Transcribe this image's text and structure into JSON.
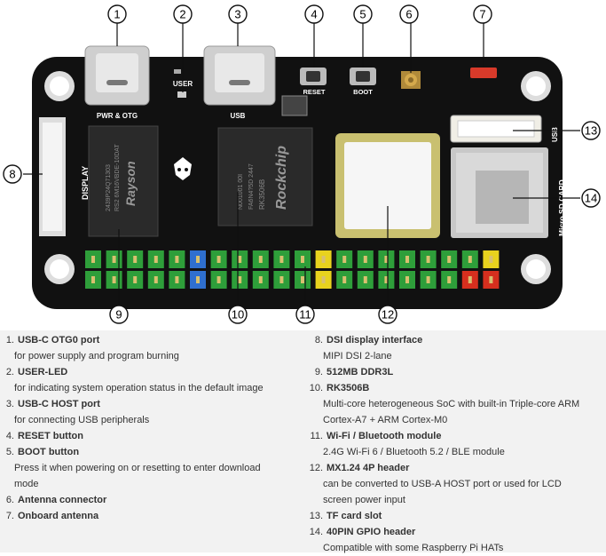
{
  "callouts": [
    "1",
    "2",
    "3",
    "4",
    "5",
    "6",
    "7",
    "8",
    "9",
    "10",
    "11",
    "12",
    "13",
    "14"
  ],
  "board": {
    "silkscreen": {
      "user": "USER",
      "pwr_otg": "PWR & OTG",
      "usb": "USB",
      "reset": "RESET",
      "boot": "BOOT",
      "display": "DISPLAY",
      "usb_right": "USB",
      "micro_sd": "Micro SD CARD"
    },
    "ram_chip": {
      "brand": "Rayson",
      "line1": "RS2 6M16VBDE-10DAT",
      "line2": "2439P24Q71303"
    },
    "soc_chip": {
      "brand": "Rockchip",
      "line1": "RK3506B",
      "line2": "FA6N4?5D 2447",
      "line3": "N001001 00I"
    },
    "colors": {
      "pcb": "#111111",
      "gpio_green": "#2e9e3a",
      "gpio_blue": "#2f6fcf",
      "gpio_yellow": "#e8d21e",
      "gpio_red": "#d62f1e",
      "callout": "#111111"
    }
  },
  "legend": {
    "left": [
      {
        "num": "1.",
        "title": "USB-C OTG0 port",
        "desc": [
          "for power supply and program burning"
        ]
      },
      {
        "num": "2.",
        "title": "USER-LED",
        "desc": [
          "for indicating system operation status in the default image"
        ]
      },
      {
        "num": "3.",
        "title": "USB-C HOST port",
        "desc": [
          "for connecting USB peripherals"
        ]
      },
      {
        "num": "4.",
        "title": "RESET button",
        "desc": []
      },
      {
        "num": "5.",
        "title": "BOOT button",
        "desc": [
          "Press it when powering on or resetting to enter download",
          "mode"
        ],
        "plain": true
      },
      {
        "num": "6.",
        "title": "Antenna connector",
        "desc": []
      },
      {
        "num": "7.",
        "title": "Onboard antenna",
        "desc": []
      }
    ],
    "right": [
      {
        "num": "8.",
        "title": "DSI display interface",
        "desc": [
          "MIPI DSI 2-lane"
        ]
      },
      {
        "num": "9.",
        "title": "512MB DDR3L",
        "desc": []
      },
      {
        "num": "10.",
        "title": "RK3506B",
        "desc": [
          "Multi-core heterogeneous SoC with built-in Triple-core ARM",
          "Cortex-A7 + ARM Cortex-M0"
        ]
      },
      {
        "num": "11.",
        "title": "Wi-Fi / Bluetooth module",
        "desc": [
          "2.4G Wi-Fi 6 / Bluetooth 5.2 / BLE module"
        ]
      },
      {
        "num": "12.",
        "title": "MX1.24 4P header",
        "desc": [
          "can be converted to USB-A HOST port or used for LCD",
          "screen power input"
        ]
      },
      {
        "num": "13.",
        "title": "TF card slot",
        "desc": []
      },
      {
        "num": "14.",
        "title": "40PIN GPIO header",
        "desc": [
          "Compatible with some Raspberry Pi HATs"
        ]
      }
    ]
  }
}
